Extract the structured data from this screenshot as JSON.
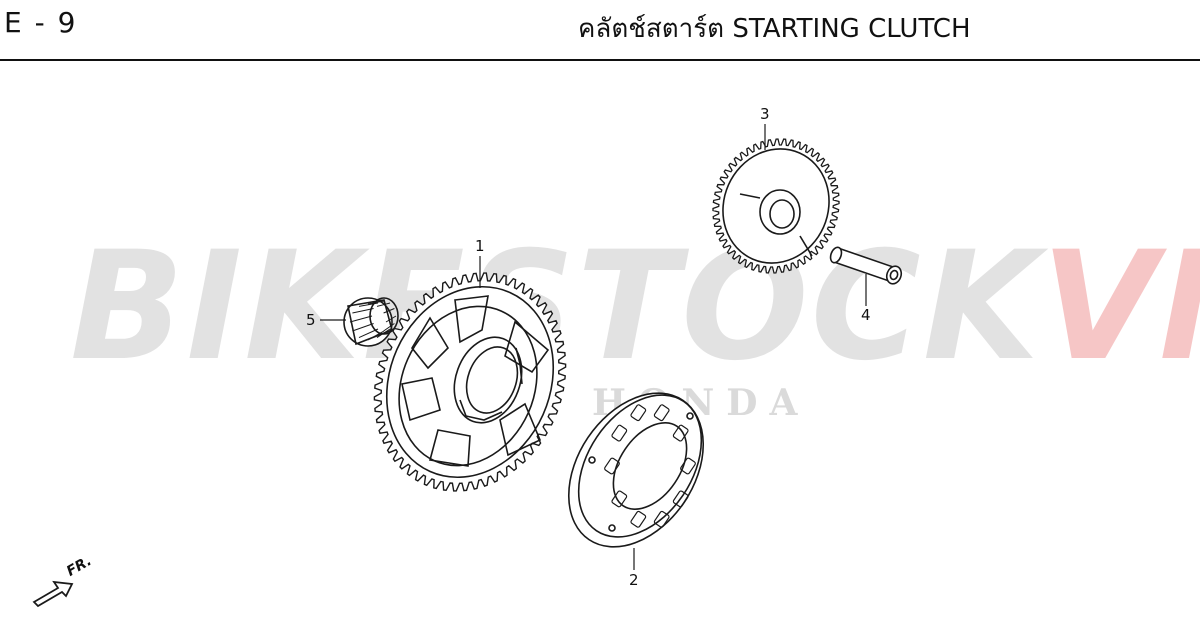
{
  "header": {
    "code": "E - 9",
    "title": "คลัตช์สตาร์ต  STARTING CLUTCH"
  },
  "watermark": {
    "part_a": "BIKESTOCK",
    "part_b": "VN",
    "brand": "HONDA"
  },
  "callouts": [
    "1",
    "2",
    "3",
    "4",
    "5"
  ],
  "direction_label": "FR.",
  "colors": {
    "line": "#1a1a1a",
    "watermark_gray": "#b4b4b4",
    "watermark_red": "#e86868"
  }
}
